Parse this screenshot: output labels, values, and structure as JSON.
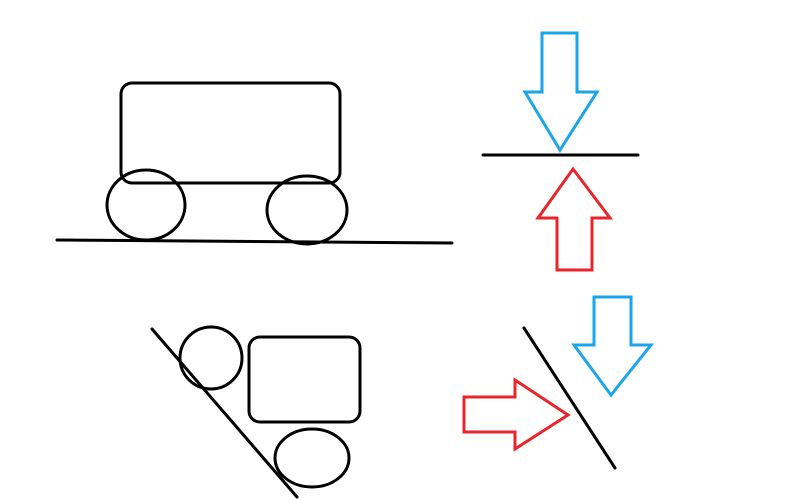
{
  "diagram": {
    "colors": {
      "background": "#ffffff",
      "stroke": "#000000",
      "arrow_down": "#1aa6e8",
      "arrow_up": "#e8252b"
    },
    "panels": [
      "cart-on-level-ground",
      "forces-on-level-surface",
      "cart-on-incline",
      "forces-on-incline"
    ]
  }
}
